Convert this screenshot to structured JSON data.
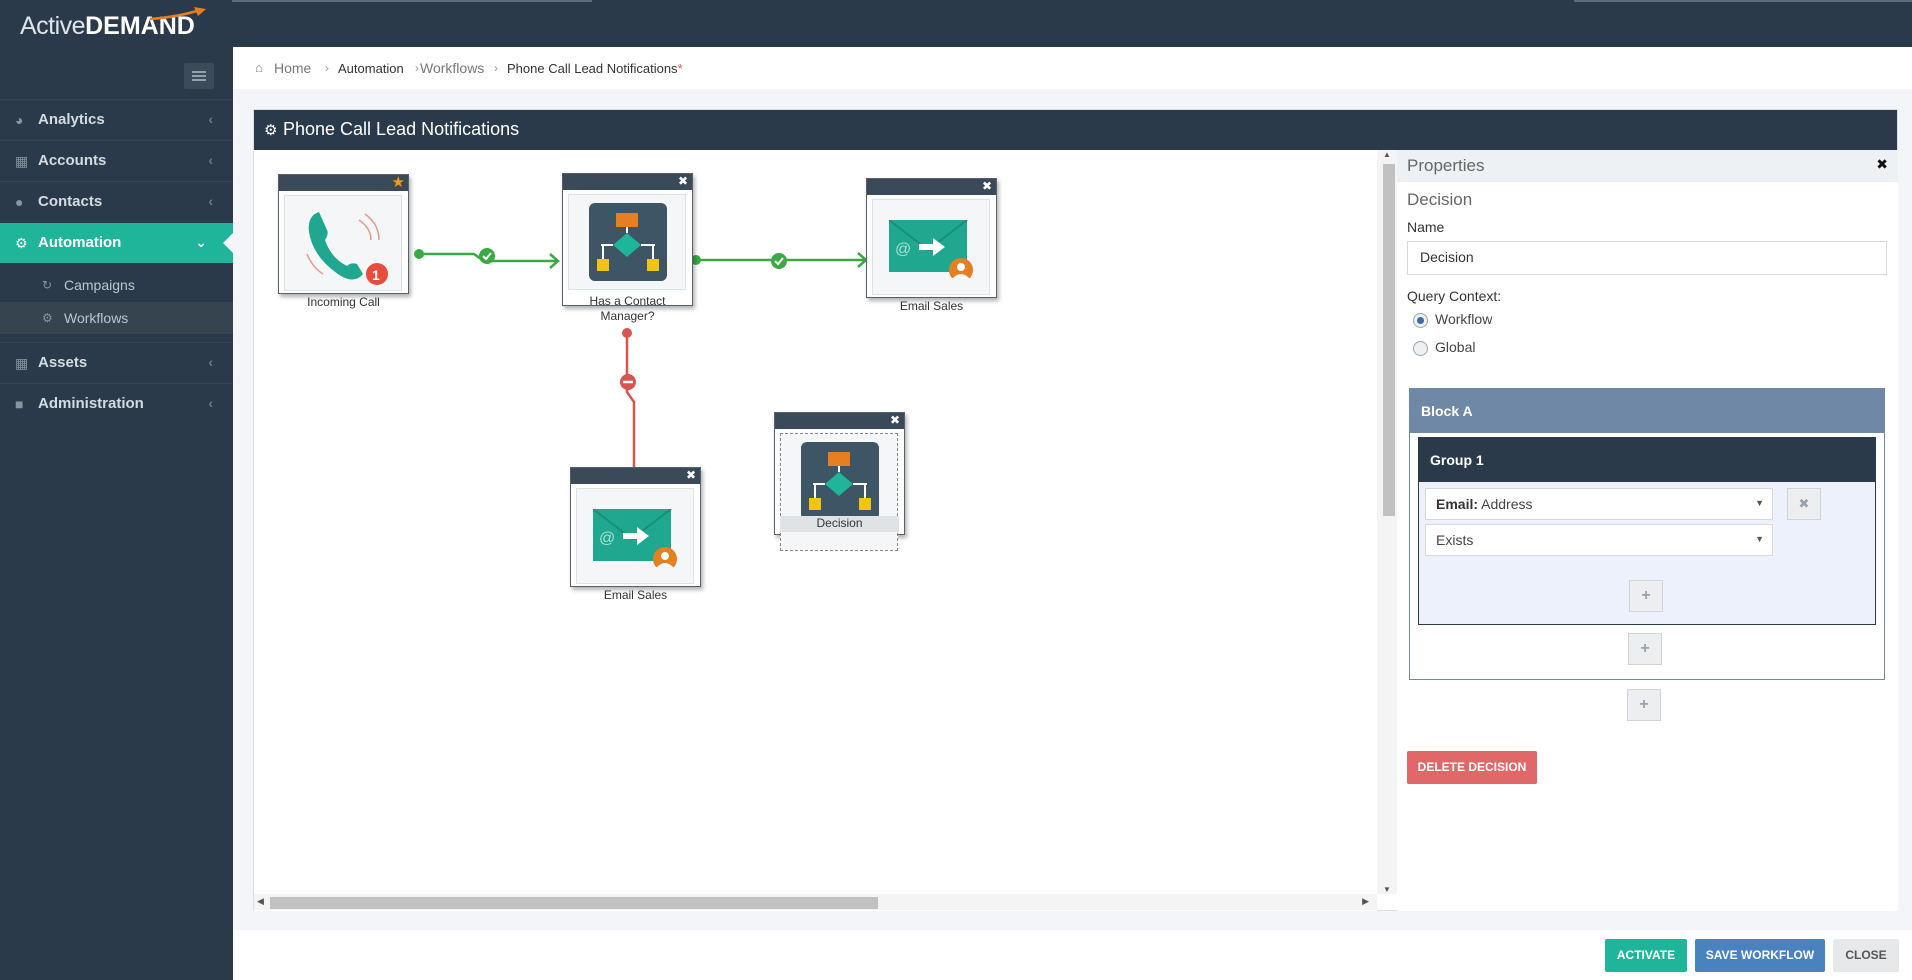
{
  "app": {
    "logo_light": "Active",
    "logo_bold": "DEMAND"
  },
  "sidebar": {
    "items": [
      {
        "label": "Analytics",
        "icon": "dashboard-icon"
      },
      {
        "label": "Accounts",
        "icon": "sitemap-icon"
      },
      {
        "label": "Contacts",
        "icon": "users-icon"
      },
      {
        "label": "Automation",
        "icon": "cogs-icon",
        "active": true
      },
      {
        "label": "Assets",
        "icon": "grid-icon"
      },
      {
        "label": "Administration",
        "icon": "lock-icon"
      }
    ],
    "subitems": [
      {
        "label": "Campaigns",
        "icon": "refresh-icon"
      },
      {
        "label": "Workflows",
        "icon": "cogs-icon",
        "selected": true
      }
    ]
  },
  "breadcrumb": {
    "home": "Home",
    "automation": "Automation",
    "workflows": "Workflows",
    "current": "Phone Call Lead Notifications",
    "unsaved_marker": "*"
  },
  "panel": {
    "title": "Phone Call Lead Notifications"
  },
  "nodes": {
    "incoming_call": {
      "label": "Incoming Call",
      "badge": "1"
    },
    "has_contact_manager": {
      "label_line1": "Has a Contact",
      "label_line2": "Manager?"
    },
    "email_sales_1": {
      "label": "Email Sales"
    },
    "email_sales_2": {
      "label": "Email Sales"
    },
    "decision": {
      "label": "Decision"
    }
  },
  "properties": {
    "title": "Properties",
    "section": "Decision",
    "name_label": "Name",
    "name_value": "Decision",
    "query_context_label": "Query Context:",
    "radio_workflow": "Workflow",
    "radio_global": "Global",
    "query_context_selected": "Workflow",
    "block_title": "Block A",
    "group_title": "Group 1",
    "field_select_bold": "Email:",
    "field_select_rest": " Address",
    "operator_select": "Exists",
    "delete_button": "DELETE DECISION"
  },
  "footer": {
    "activate": "ACTIVATE",
    "save": "SAVE WORKFLOW",
    "close": "CLOSE"
  },
  "colors": {
    "accent": "#1fb59b",
    "dark": "#2b3a4a",
    "success_line": "#3aa845",
    "fail_line": "#d9534f",
    "danger_button": "#e06868",
    "primary_button": "#4a82c0"
  }
}
